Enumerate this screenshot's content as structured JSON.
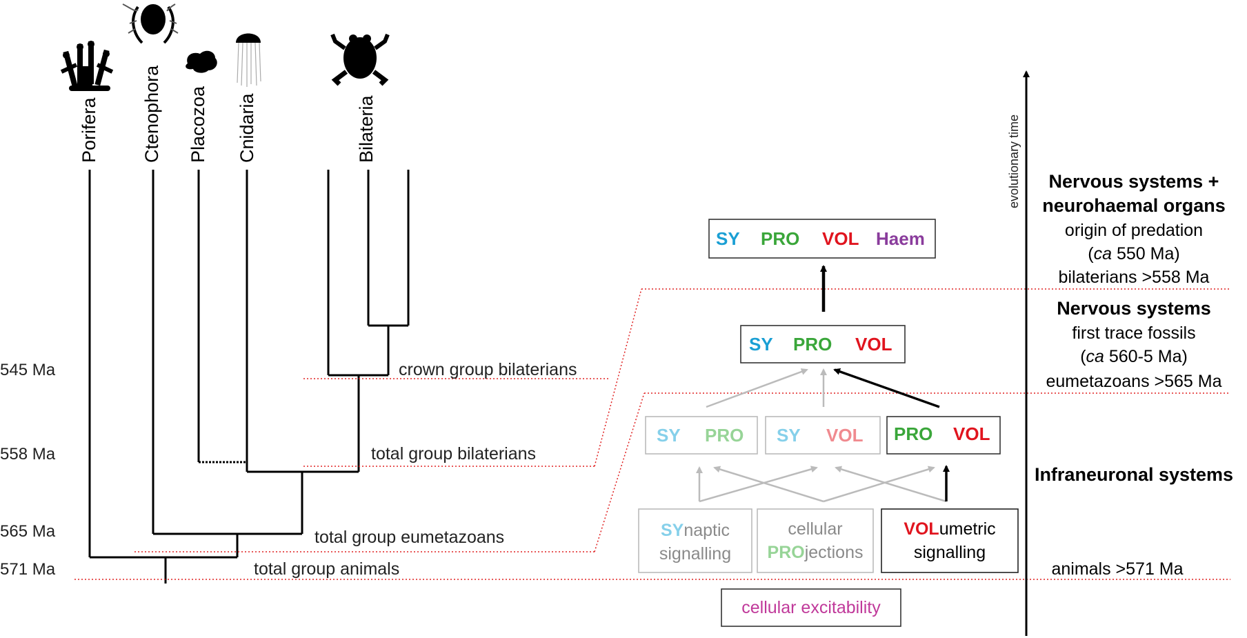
{
  "colors": {
    "sy": "#1a9fd4",
    "pro": "#3aa63a",
    "vol": "#e0141e",
    "haem": "#8a3c9c",
    "sy_faded": "#86d0ea",
    "pro_faded": "#97d497",
    "vol_faded": "#f08a8f",
    "excitability": "#c0399a",
    "grey_text": "#8a8a8a",
    "redline": "#e02020"
  },
  "taxa": [
    "Porifera",
    "Ctenophora",
    "Placozoa",
    "Cnidaria",
    "Bilateria"
  ],
  "silhouettes": [
    "sponge-icon",
    "ctenophore-icon",
    "placozoan-icon",
    "jellyfish-icon",
    "frog-icon"
  ],
  "ages": {
    "a545": "545 Ma",
    "a558": "558 Ma",
    "a565": "565 Ma",
    "a571": "571 Ma"
  },
  "nodes": {
    "crown_bilaterians": "crown group bilaterians",
    "total_bilaterians": "total group bilaterians",
    "total_eumetazoans": "total group eumetazoans",
    "total_animals": "total group animals"
  },
  "boxes": {
    "top": {
      "sy": "SY",
      "pro": "PRO",
      "vol": "VOL",
      "haem": "Haem"
    },
    "mid": {
      "sy": "SY",
      "pro": "PRO",
      "vol": "VOL"
    },
    "sy_pro": {
      "sy": "SY",
      "pro": "PRO"
    },
    "sy_vol": {
      "sy": "SY",
      "vol": "VOL"
    },
    "pro_vol": {
      "pro": "PRO",
      "vol": "VOL"
    },
    "synaptic": {
      "prefix": "SY",
      "rest": "naptic",
      "line2": "signalling"
    },
    "projections": {
      "line1": "cellular",
      "prefix": "PRO",
      "rest": "jections"
    },
    "volumetric": {
      "prefix": "VOL",
      "rest": "umetric",
      "line2": "signalling"
    },
    "excitability": "cellular excitability"
  },
  "right": {
    "evo_time": "evolutionary time",
    "ns_haem_1": "Nervous systems +",
    "ns_haem_2": "neurohaemal organs",
    "predation": "origin of predation",
    "ca1_ca": "ca",
    "ca1_rest": " 550 Ma)",
    "bilaterians": "bilaterians >558 Ma",
    "ns": "Nervous systems",
    "trace": "first trace fossils",
    "ca2_ca": "ca",
    "ca2_rest": " 560-5 Ma)",
    "eumetazoans": "eumetazoans >565 Ma",
    "infra": "Infraneuronal systems",
    "animals": "animals >571 Ma"
  }
}
